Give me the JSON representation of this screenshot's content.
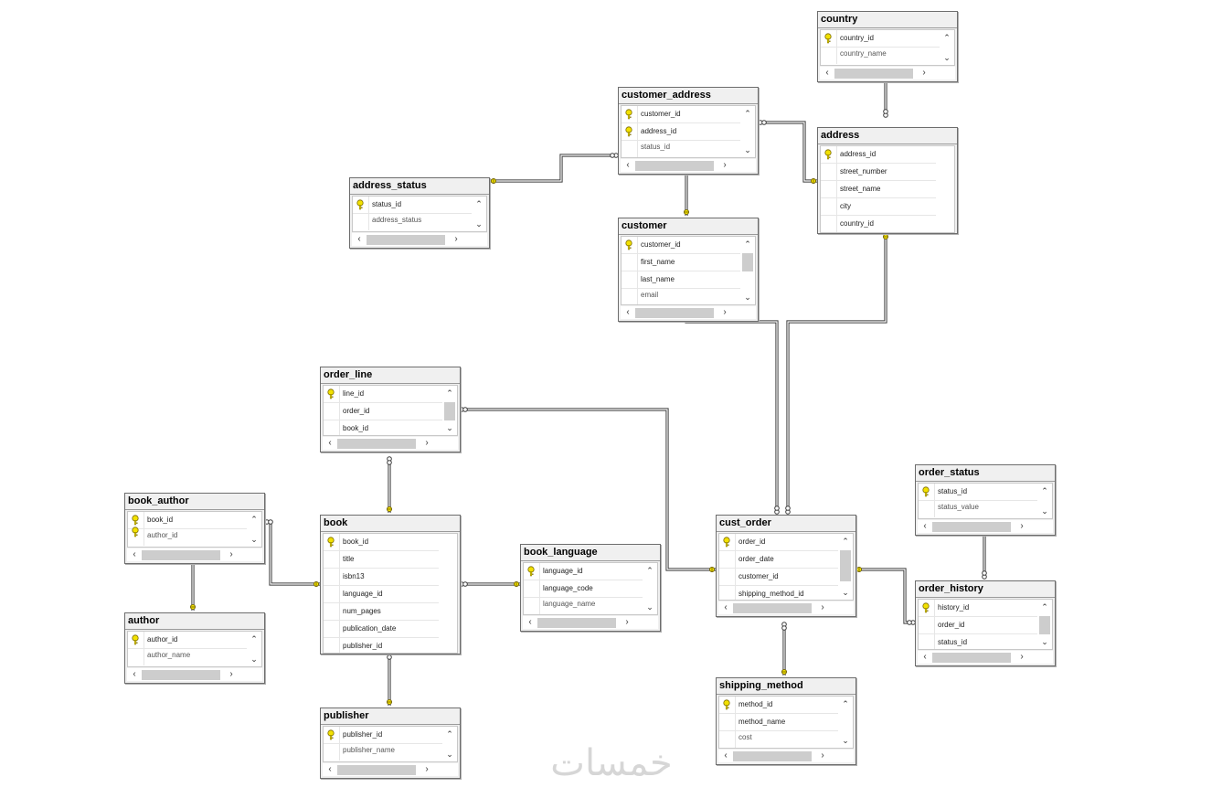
{
  "diagram_title": "",
  "watermark": "خمسات",
  "colors": {
    "key": "#f2e100",
    "key_edge": "#7a6a00",
    "line": "#3c3c3c",
    "end_yellow": "#f2e100"
  },
  "tables": {
    "country": {
      "name": "country",
      "columns": [
        {
          "name": "country_id",
          "pk": true
        },
        {
          "name": "country_name",
          "pk": false,
          "cut": true
        }
      ]
    },
    "customer_address": {
      "name": "customer_address",
      "columns": [
        {
          "name": "customer_id",
          "pk": true
        },
        {
          "name": "address_id",
          "pk": true
        },
        {
          "name": "status_id",
          "pk": false,
          "cut": true
        }
      ]
    },
    "address": {
      "name": "address",
      "columns": [
        {
          "name": "address_id",
          "pk": true
        },
        {
          "name": "street_number",
          "pk": false
        },
        {
          "name": "street_name",
          "pk": false
        },
        {
          "name": "city",
          "pk": false
        },
        {
          "name": "country_id",
          "pk": false
        }
      ]
    },
    "address_status": {
      "name": "address_status",
      "columns": [
        {
          "name": "status_id",
          "pk": true
        },
        {
          "name": "address_status",
          "pk": false,
          "cut": true
        }
      ]
    },
    "customer": {
      "name": "customer",
      "columns": [
        {
          "name": "customer_id",
          "pk": true
        },
        {
          "name": "first_name",
          "pk": false
        },
        {
          "name": "last_name",
          "pk": false
        },
        {
          "name": "email",
          "pk": false,
          "cut": true
        }
      ]
    },
    "order_line": {
      "name": "order_line",
      "columns": [
        {
          "name": "line_id",
          "pk": true
        },
        {
          "name": "order_id",
          "pk": false
        },
        {
          "name": "book_id",
          "pk": false
        }
      ]
    },
    "order_status": {
      "name": "order_status",
      "columns": [
        {
          "name": "status_id",
          "pk": true
        },
        {
          "name": "status_value",
          "pk": false,
          "cut": true
        }
      ]
    },
    "book_author": {
      "name": "book_author",
      "columns": [
        {
          "name": "book_id",
          "pk": true
        },
        {
          "name": "author_id",
          "pk": true,
          "cut": true
        }
      ]
    },
    "book": {
      "name": "book",
      "columns": [
        {
          "name": "book_id",
          "pk": true
        },
        {
          "name": "title",
          "pk": false
        },
        {
          "name": "isbn13",
          "pk": false
        },
        {
          "name": "language_id",
          "pk": false
        },
        {
          "name": "num_pages",
          "pk": false
        },
        {
          "name": "publication_date",
          "pk": false
        },
        {
          "name": "publisher_id",
          "pk": false
        }
      ]
    },
    "book_language": {
      "name": "book_language",
      "columns": [
        {
          "name": "language_id",
          "pk": true
        },
        {
          "name": "language_code",
          "pk": false
        },
        {
          "name": "language_name",
          "pk": false,
          "cut": true
        }
      ]
    },
    "cust_order": {
      "name": "cust_order",
      "columns": [
        {
          "name": "order_id",
          "pk": true
        },
        {
          "name": "order_date",
          "pk": false
        },
        {
          "name": "customer_id",
          "pk": false
        },
        {
          "name": "shipping_method_id",
          "pk": false
        }
      ]
    },
    "order_history": {
      "name": "order_history",
      "columns": [
        {
          "name": "history_id",
          "pk": true
        },
        {
          "name": "order_id",
          "pk": false
        },
        {
          "name": "status_id",
          "pk": false
        }
      ]
    },
    "author": {
      "name": "author",
      "columns": [
        {
          "name": "author_id",
          "pk": true
        },
        {
          "name": "author_name",
          "pk": false,
          "cut": true
        }
      ]
    },
    "publisher": {
      "name": "publisher",
      "columns": [
        {
          "name": "publisher_id",
          "pk": true
        },
        {
          "name": "publisher_name",
          "pk": false,
          "cut": true
        }
      ]
    },
    "shipping_method": {
      "name": "shipping_method",
      "columns": [
        {
          "name": "method_id",
          "pk": true
        },
        {
          "name": "method_name",
          "pk": false
        },
        {
          "name": "cost",
          "pk": false,
          "cut": true
        }
      ]
    }
  },
  "relationships": [
    {
      "from": "address",
      "to": "country"
    },
    {
      "from": "customer_address",
      "to": "address"
    },
    {
      "from": "customer_address",
      "to": "address_status"
    },
    {
      "from": "customer_address",
      "to": "customer"
    },
    {
      "from": "cust_order",
      "to": "customer"
    },
    {
      "from": "cust_order",
      "to": "address"
    },
    {
      "from": "order_line",
      "to": "cust_order"
    },
    {
      "from": "order_line",
      "to": "book"
    },
    {
      "from": "book_author",
      "to": "book"
    },
    {
      "from": "book_author",
      "to": "author"
    },
    {
      "from": "book",
      "to": "book_language"
    },
    {
      "from": "book",
      "to": "publisher"
    },
    {
      "from": "cust_order",
      "to": "shipping_method"
    },
    {
      "from": "order_history",
      "to": "cust_order"
    },
    {
      "from": "order_history",
      "to": "order_status"
    }
  ]
}
